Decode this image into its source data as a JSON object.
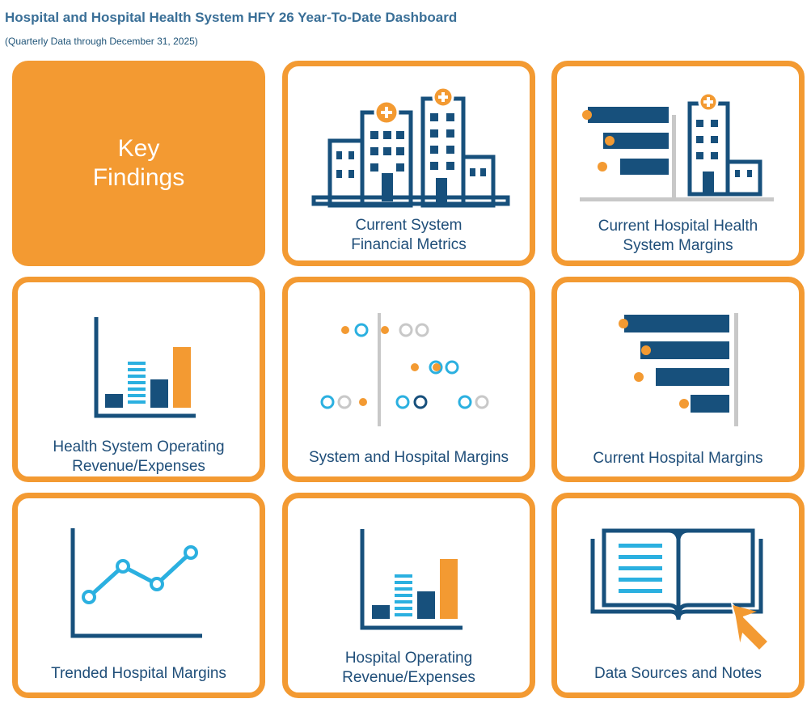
{
  "header": {
    "title": "Hospital and Hospital Health System HFY 26 Year-To-Date Dashboard",
    "subtitle": "(Quarterly Data through December 31, 2025)"
  },
  "colors": {
    "accent_orange": "#f39a32",
    "navy": "#17507c",
    "light_blue": "#2bb0e0",
    "gray": "#c8c8c8",
    "title_blue": "#3a6f97"
  },
  "tiles": [
    {
      "label": "Key Findings",
      "icon": "none"
    },
    {
      "label": "Current System Financial Metrics",
      "icon": "hospital-buildings-icon"
    },
    {
      "label": "Current Hospital Health System Margins",
      "icon": "hospital-bars-icon"
    },
    {
      "label": "Health System Operating Revenue/Expenses",
      "icon": "bar-chart-icon"
    },
    {
      "label": "System and Hospital Margins",
      "icon": "dot-plot-icon"
    },
    {
      "label": "Current Hospital Margins",
      "icon": "horizontal-bar-chart-icon"
    },
    {
      "label": "Trended Hospital Margins",
      "icon": "line-chart-icon"
    },
    {
      "label": "Hospital Operating Revenue/Expenses",
      "icon": "bar-chart-icon"
    },
    {
      "label": "Data Sources and Notes",
      "icon": "open-book-cursor-icon"
    }
  ]
}
